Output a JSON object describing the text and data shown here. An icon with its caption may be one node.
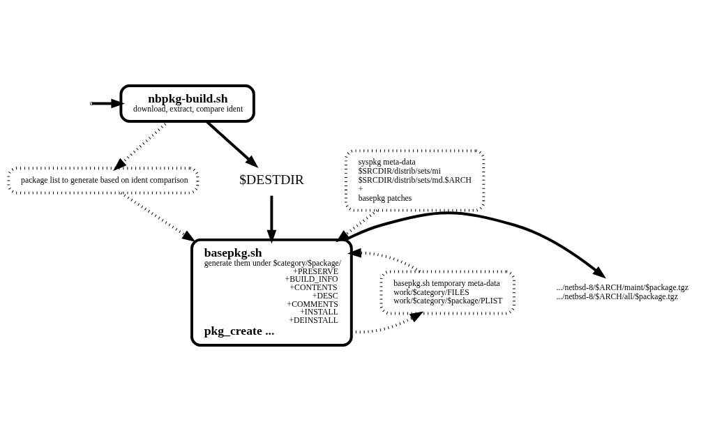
{
  "diagram": {
    "nodes": [
      {
        "text": [
          "nbpkg-build.sh",
          "download, extract, compare ident"
        ]
      },
      {
        "text": [
          "package list to generate based on ident comparison"
        ]
      },
      {
        "text": [
          "$DESTDIR"
        ]
      },
      {
        "text": [
          "syspkg meta-data",
          "$SRCDIR/distrib/sets/mi",
          "$SRCDIR/distrib/sets/md.$ARCH",
          "+",
          "basepkg patches"
        ]
      },
      {
        "text": [
          "basepkg.sh",
          "generate them under $category/$package/",
          "+PRESERVE",
          "+BUILD_INFO",
          "+CONTENTS",
          "+DESC",
          "+COMMENTS",
          "+INSTALL",
          "+DEINSTALL",
          "pkg_create ..."
        ]
      },
      {
        "text": [
          "basepkg.sh temporary meta-data",
          "work/$category/FILES",
          "work/$category/$package/PLIST"
        ]
      },
      {
        "text": [
          ".../netbsd-8/$ARCH/maint/$package.tgz",
          ".../netbsd-8/$ARCH/all/$package.tgz"
        ]
      }
    ],
    "edges": [
      {
        "from": null,
        "to": 0,
        "arrow": "to"
      },
      {
        "from": 0,
        "to": 1,
        "arrow": "to",
        "style": "dashed"
      },
      {
        "from": 0,
        "to": 2,
        "arrow": "to"
      },
      {
        "from": 1,
        "to": 4,
        "arrow": "to",
        "style": "dashed"
      },
      {
        "from": 2,
        "to": 4,
        "arrow": "to"
      },
      {
        "from": 3,
        "to": 4,
        "arrow": "to",
        "style": "dashed"
      },
      {
        "from": 4,
        "to": 5,
        "arrow": "to",
        "style": "dashed"
      },
      {
        "from": 5,
        "to": 4,
        "arrow": "to",
        "style": "dashed"
      },
      {
        "from": 4,
        "to": 6,
        "arrow": "to"
      }
    ]
  }
}
